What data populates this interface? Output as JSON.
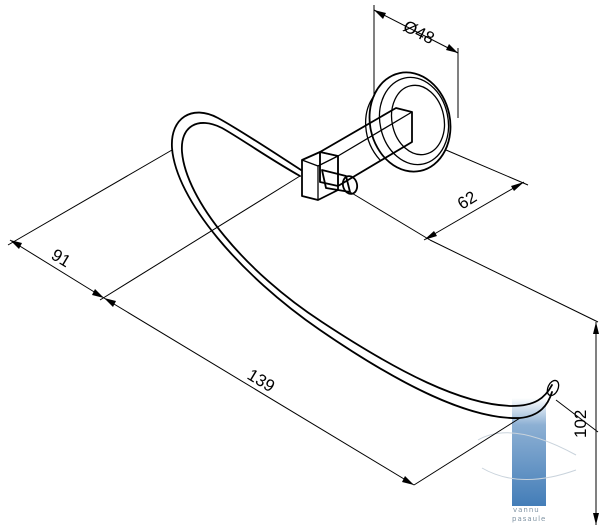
{
  "drawing": {
    "dimensions": {
      "diameter": "Ø48",
      "depth": "62",
      "reach": "91",
      "length": "139",
      "height": "102"
    },
    "watermark": {
      "line1": "vannu",
      "line2": "pasaule"
    },
    "colors": {
      "line": "#000000",
      "watermark_blue": "#2f6fb0",
      "watermark_text": "#7f93a3"
    }
  }
}
